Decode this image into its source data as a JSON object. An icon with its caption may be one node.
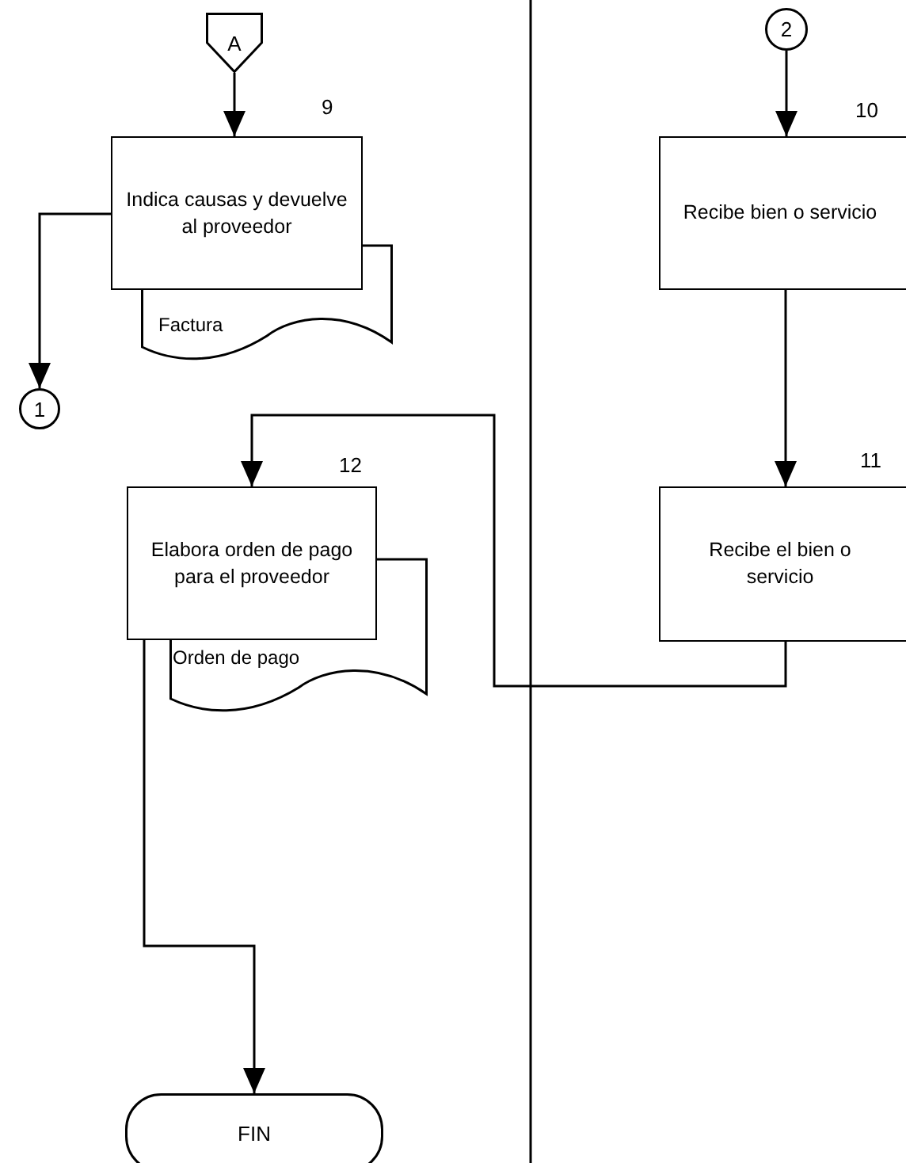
{
  "diagram": {
    "nodes": [
      {
        "text": [
          "A"
        ]
      },
      {
        "text": [
          "2"
        ]
      },
      {
        "text": [
          "Indica causas y devuelve al proveedor"
        ],
        "beside": [
          "9"
        ]
      },
      {
        "text": [
          "Factura"
        ]
      },
      {
        "text": [
          "Recibe bien o servicio"
        ],
        "beside": [
          "10"
        ]
      },
      {
        "text": [
          "1"
        ]
      },
      {
        "text": [
          "Recibe el bien o servicio"
        ],
        "beside": [
          "11"
        ]
      },
      {
        "text": [
          "Elabora orden de pago para el proveedor"
        ],
        "beside": [
          "12"
        ]
      },
      {
        "text": [
          "Orden de pago"
        ]
      },
      {
        "text": [
          "FIN"
        ]
      }
    ],
    "edges": [
      {
        "from": 0,
        "to": 2,
        "arrow": "to"
      },
      {
        "from": 2,
        "to": 5,
        "arrow": "to"
      },
      {
        "from": 1,
        "to": 4,
        "arrow": "to"
      },
      {
        "from": 4,
        "to": 6,
        "arrow": "to"
      },
      {
        "from": 6,
        "to": 7,
        "arrow": "to"
      },
      {
        "from": 7,
        "to": 9,
        "arrow": "to"
      }
    ]
  }
}
